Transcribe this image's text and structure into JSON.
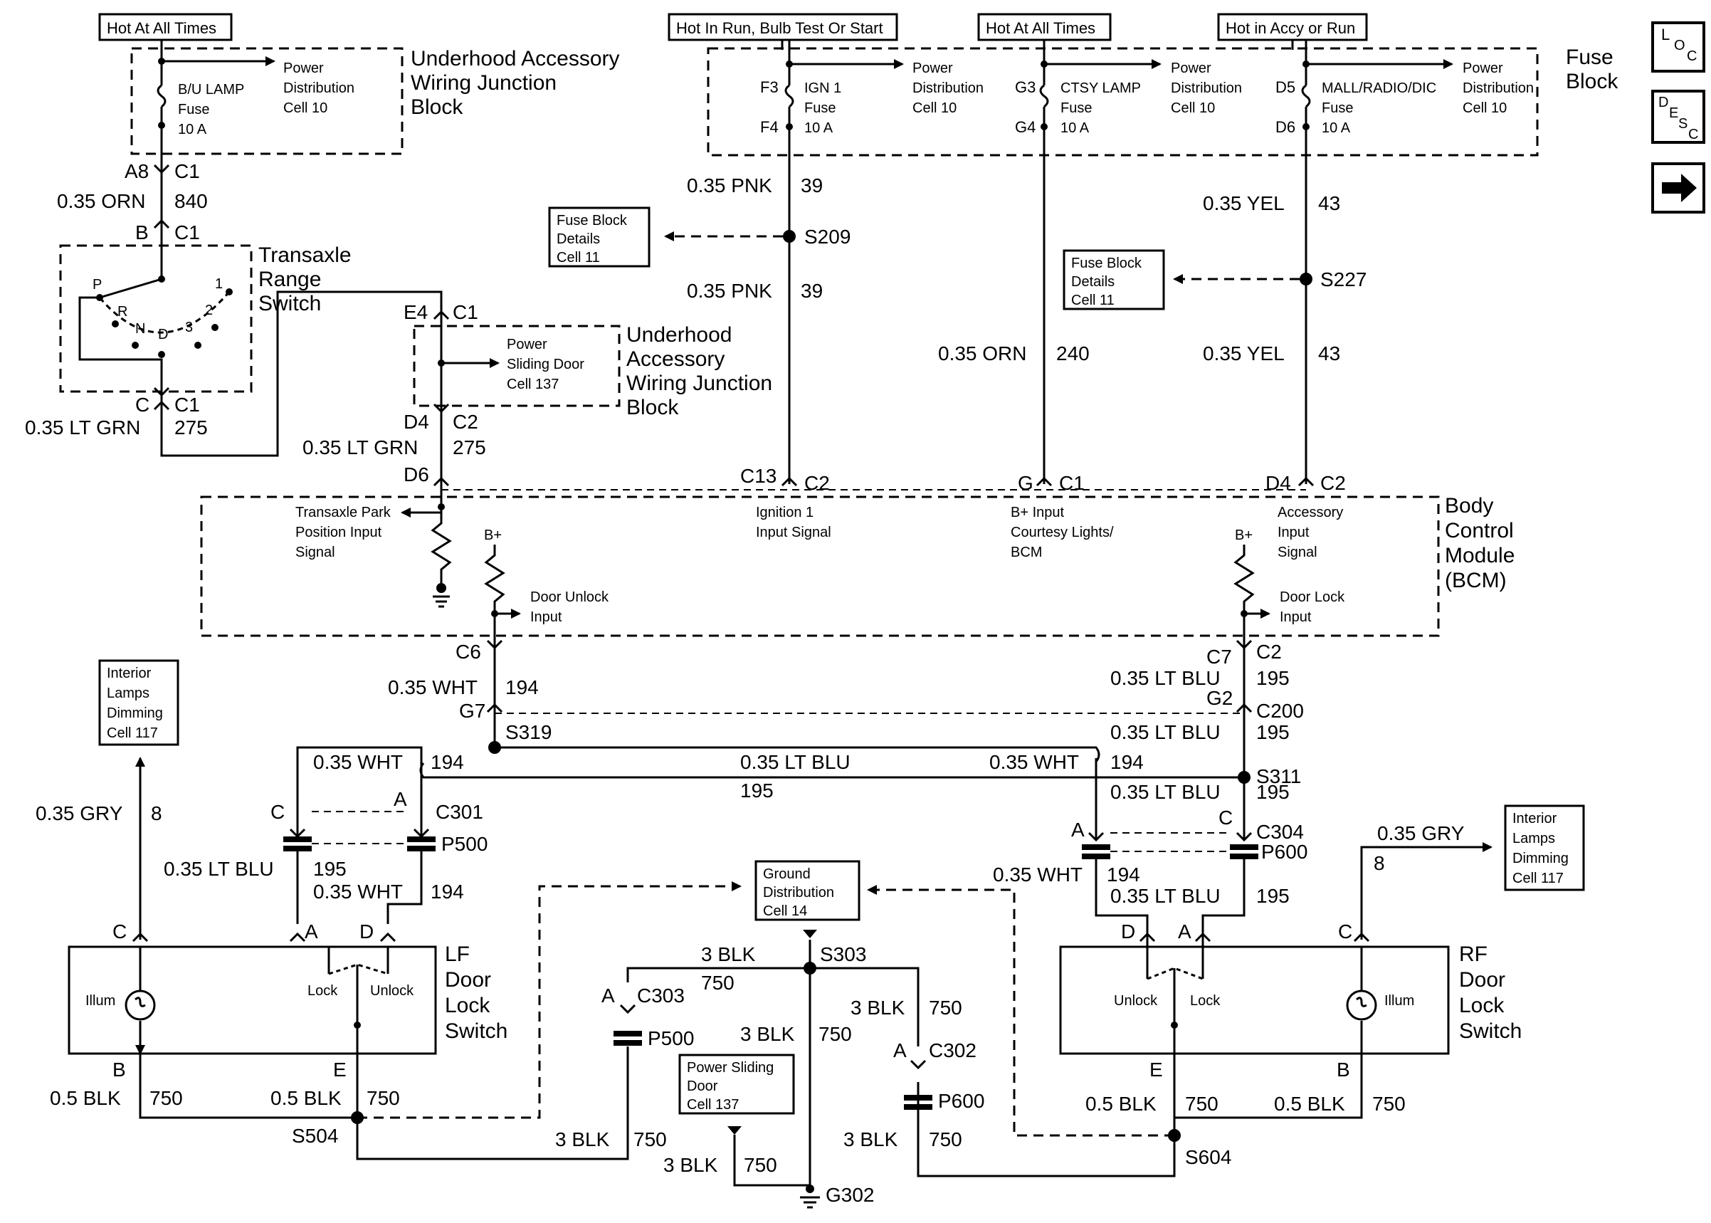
{
  "hot_labels": [
    "Hot At All Times",
    "Hot In Run, Bulb Test Or Start",
    "Hot At All Times",
    "Hot in Accy or Run"
  ],
  "components": {
    "uh_block_1": [
      "Underhood Accessory",
      "Wiring Junction",
      "Block"
    ],
    "uh_block_2": [
      "Underhood",
      "Accessory",
      "Wiring Junction",
      "Block"
    ],
    "fuse_block": [
      "Fuse",
      "Block"
    ],
    "trans_switch": [
      "Transaxle",
      "Range",
      "Switch"
    ],
    "bcm": [
      "Body",
      "Control",
      "Module",
      "(BCM)"
    ],
    "lf_switch": [
      "LF",
      "Door",
      "Lock",
      "Switch"
    ],
    "rf_switch": [
      "RF",
      "Door",
      "Lock",
      "Switch"
    ]
  },
  "fuses": [
    {
      "name": "B/U LAMP",
      "type": "Fuse",
      "rating": "10 A",
      "pin_in": "",
      "pin_out": "",
      "power_ref": [
        "Power",
        "Distribution",
        "Cell 10"
      ]
    },
    {
      "name": "IGN 1",
      "type": "Fuse",
      "rating": "10 A",
      "pin_in": "F3",
      "pin_out": "F4",
      "power_ref": [
        "Power",
        "Distribution",
        "Cell 10"
      ]
    },
    {
      "name": "CTSY LAMP",
      "type": "Fuse",
      "rating": "10 A",
      "pin_in": "G3",
      "pin_out": "G4",
      "power_ref": [
        "Power",
        "Distribution",
        "Cell 10"
      ]
    },
    {
      "name": "MALL/RADIO/DIC",
      "type": "Fuse",
      "rating": "10 A",
      "pin_in": "D5",
      "pin_out": "D6",
      "power_ref": [
        "Power",
        "Distribution",
        "Cell 10"
      ]
    }
  ],
  "references": {
    "fuse_details_1": [
      "Fuse Block",
      "Details",
      "Cell 11"
    ],
    "fuse_details_2": [
      "Fuse Block",
      "Details",
      "Cell 11"
    ],
    "sliding_door": [
      "Power",
      "Sliding Door",
      "Cell 137"
    ],
    "dimming_left": [
      "Interior",
      "Lamps",
      "Dimming",
      "Cell 117"
    ],
    "dimming_right": [
      "Interior",
      "Lamps",
      "Dimming",
      "Cell 117"
    ],
    "ground_dist": [
      "Ground",
      "Distribution",
      "Cell 14"
    ],
    "psd_door": [
      "Power Sliding",
      "Door",
      "Cell 137"
    ]
  },
  "bcm_inputs": {
    "park": [
      "Transaxle Park",
      "Position Input",
      "Signal"
    ],
    "ign": [
      "Ignition 1",
      "Input Signal"
    ],
    "bplus_input": [
      "B+ Input",
      "Courtesy Lights/",
      "BCM"
    ],
    "acc": [
      "Accessory",
      "Input",
      "Signal"
    ],
    "unlock": [
      "Door Unlock",
      "Input"
    ],
    "lock": [
      "Door Lock",
      "Input"
    ],
    "bplus": "B+"
  },
  "wires": {
    "orn_840": {
      "color": "0.35 ORN",
      "circuit": "840"
    },
    "ltgrn_275": {
      "color": "0.35 LT GRN",
      "circuit": "275"
    },
    "pnk_39": {
      "color": "0.35 PNK",
      "circuit": "39"
    },
    "orn_240": {
      "color": "0.35 ORN",
      "circuit": "240"
    },
    "yel_43": {
      "color": "0.35 YEL",
      "circuit": "43"
    },
    "wht_194": {
      "color": "0.35 WHT",
      "circuit": "194"
    },
    "ltblu_195": {
      "color": "0.35 LT BLU",
      "circuit": "195"
    },
    "gry_8": {
      "color": "0.35 GRY",
      "circuit": "8"
    },
    "blk05_750": {
      "color": "0.5 BLK",
      "circuit": "750"
    },
    "blk3_750": {
      "color": "3 BLK",
      "circuit": "750"
    }
  },
  "connectors": {
    "C1": "C1",
    "C2": "C2",
    "C200": "C200",
    "C301": "C301",
    "C302": "C302",
    "C303": "C303",
    "C304": "C304",
    "P500": "P500",
    "P600": "P600",
    "pins": {
      "A8": "A8",
      "B": "B",
      "C": "C",
      "E4": "E4",
      "D4": "D4",
      "D6": "D6",
      "C13": "C13",
      "G": "G",
      "C6": "C6",
      "C7": "C7",
      "G7": "G7",
      "G2": "G2",
      "A": "A",
      "D": "D",
      "E": "E"
    }
  },
  "splices": [
    "S209",
    "S227",
    "S319",
    "S311",
    "S303",
    "S504",
    "S604"
  ],
  "ground": "G302",
  "switch_positions": [
    "P",
    "R",
    "N",
    "D",
    "3",
    "2",
    "1"
  ],
  "switch_labels": {
    "illum": "Illum",
    "lock": "Lock",
    "unlock": "Unlock"
  },
  "nav": {
    "loc": [
      "L",
      "O",
      "C"
    ],
    "desc": [
      "D",
      "E",
      "S",
      "C"
    ],
    "next": "→"
  }
}
